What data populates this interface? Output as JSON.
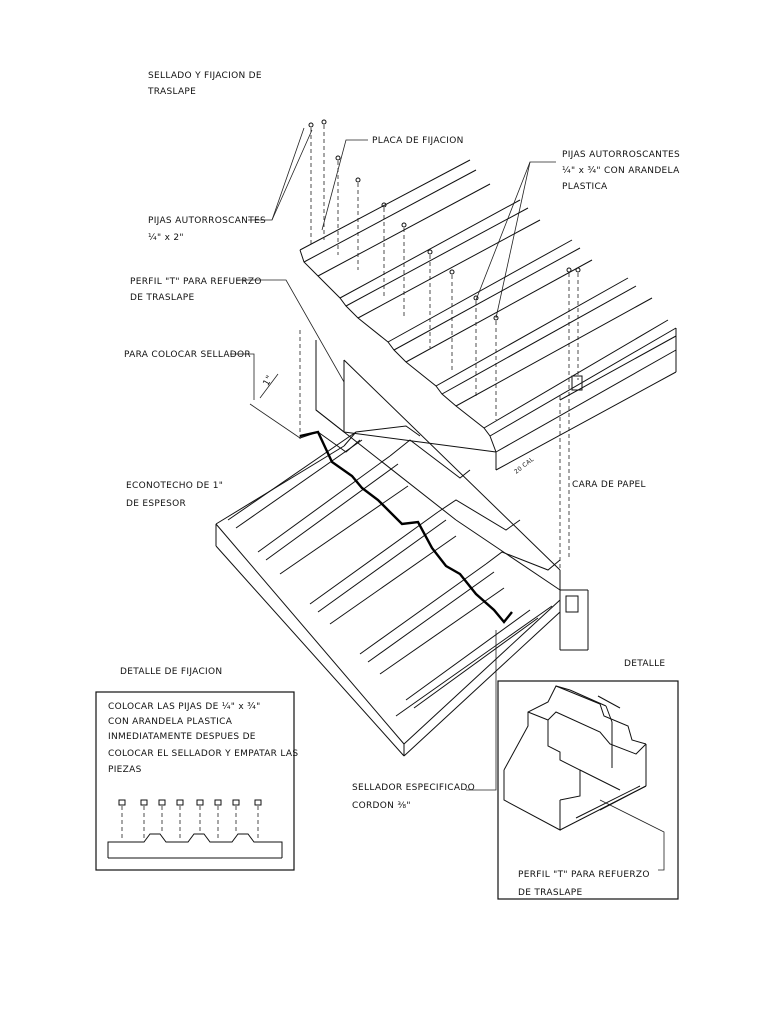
{
  "labels": {
    "sellado_fijacion": [
      "SELLADO Y FIJACION DE",
      "TRASLAPE"
    ],
    "placa_fijacion": "PLACA DE FIJACION",
    "pijas_top_right": [
      "PIJAS AUTORROSCANTES",
      "¼\" x ¾\" CON ARANDELA",
      "PLASTICA"
    ],
    "pijas_left": [
      "PIJAS AUTORROSCANTES",
      "¼\" x 2\""
    ],
    "perfil_t": [
      "PERFIL \"T\" PARA REFUERZO",
      "DE TRASLAPE"
    ],
    "para_sellador": "PARA COLOCAR SELLADOR",
    "dim_1in": "1\"",
    "econotecho": [
      "ECONOTECHO DE 1\"",
      "DE ESPESOR"
    ],
    "cara_papel": "CARA DE PAPEL",
    "panel_mark": "20 CAL",
    "detalle_fijacion_title": "DETALLE DE FIJACION",
    "detalle_fijacion_note": [
      "COLOCAR LAS PIJAS DE ¼\" x ¾\"",
      "CON ARANDELA PLASTICA",
      "INMEDIATAMENTE DESPUES DE",
      "COLOCAR EL SELLADOR Y EMPATAR LAS",
      "PIEZAS"
    ],
    "sellador_especificado": [
      "SELLADOR ESPECIFICADO",
      "CORDON ⅜\""
    ],
    "detalle_title": "DETALLE",
    "perfil_t_detail": [
      "PERFIL \"T\" PARA REFUERZO",
      "DE TRASLAPE"
    ]
  }
}
